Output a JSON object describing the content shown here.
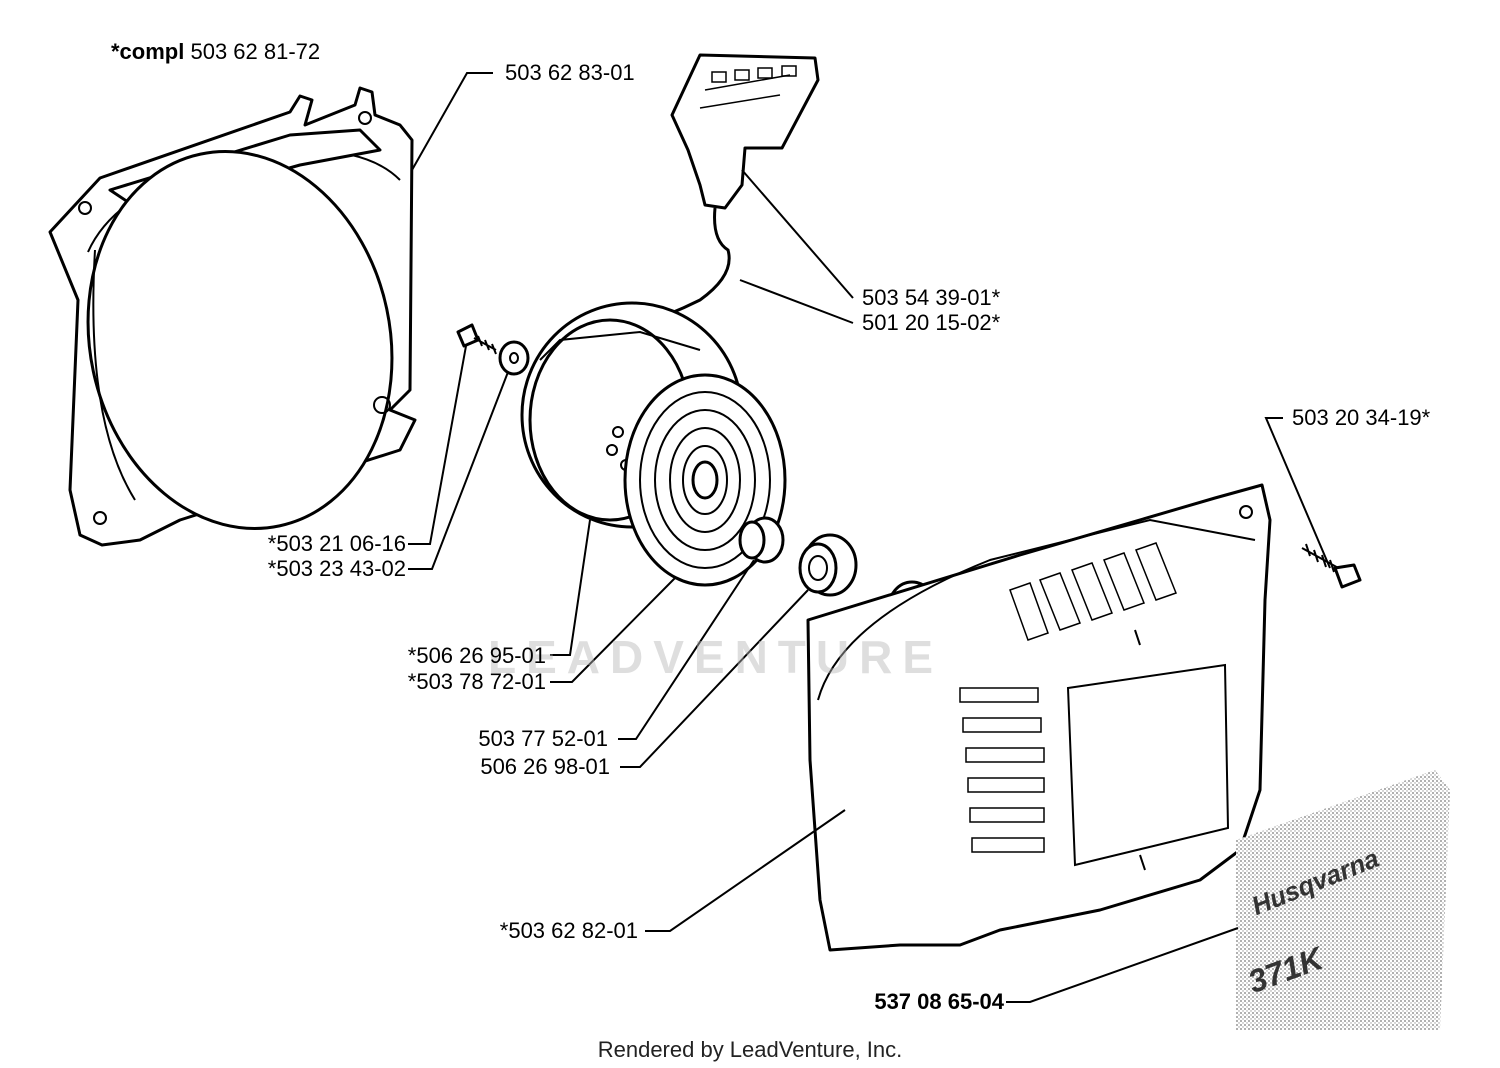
{
  "diagram": {
    "labels": {
      "compl_prefix": "*compl",
      "compl_number": "503 62 81-72",
      "fan_housing": "503 62 83-01",
      "handle": "503 54 39-01*",
      "rope": "501 20 15-02*",
      "screw_right": "503 20 34-19*",
      "screw_left": "*503 21 06-16",
      "washer": "*503 23 43-02",
      "pulley": "*506 26 95-01",
      "spring": "*503 78 72-01",
      "bushing": "503 77 52-01",
      "bearing": "506 26 98-01",
      "cover": "*503 62 82-01",
      "decal": "537 08 65-04"
    },
    "decal": {
      "brand": "Husqvarna",
      "model": "371K"
    },
    "watermark": "LEADVENTURE",
    "footer": "Rendered by LeadVenture, Inc."
  }
}
